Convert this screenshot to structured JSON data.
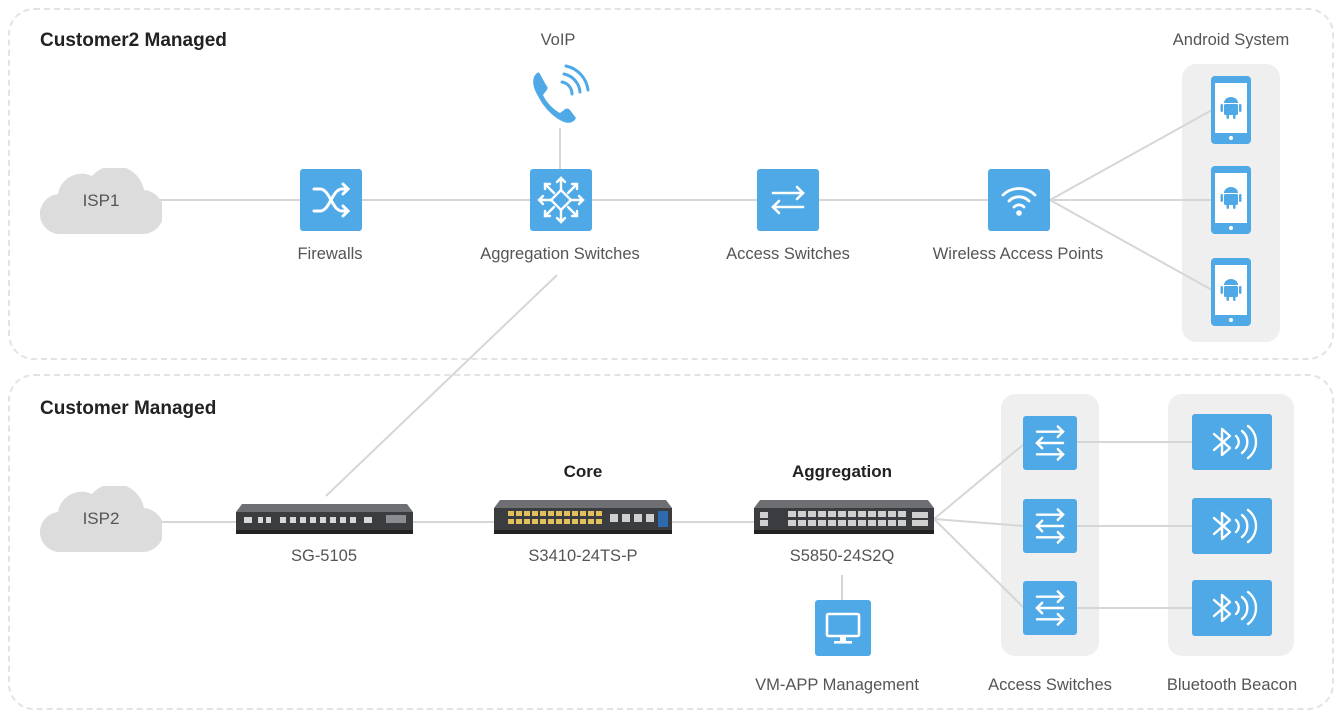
{
  "colors": {
    "accent": "#4ea9e6",
    "line": "#d6d6d6",
    "cloud": "#dcdcdc",
    "panel": "#efefef"
  },
  "zones": {
    "top_title": "Customer2 Managed",
    "bottom_title": "Customer Managed"
  },
  "top": {
    "voip": "VoIP",
    "isp": "ISP1",
    "firewalls": "Firewalls",
    "aggregation": "Aggregation Switches",
    "access": "Access Switches",
    "wap": "Wireless Access Points",
    "android": "Android System"
  },
  "bottom": {
    "isp": "ISP2",
    "sg": "SG-5105",
    "core_head": "Core",
    "core": "S3410-24TS-P",
    "agg_head": "Aggregation",
    "agg": "S5850-24S2Q",
    "vm": "VM-APP Management",
    "access": "Access Switches",
    "beacon": "Bluetooth Beacon"
  },
  "icons": [
    "cloud-icon",
    "firewall-icon",
    "aggregation-switch-icon",
    "access-switch-icon",
    "wifi-icon",
    "phone-icon",
    "android-tablet-icon",
    "network-switch-device",
    "monitor-icon",
    "bluetooth-beacon-icon"
  ]
}
